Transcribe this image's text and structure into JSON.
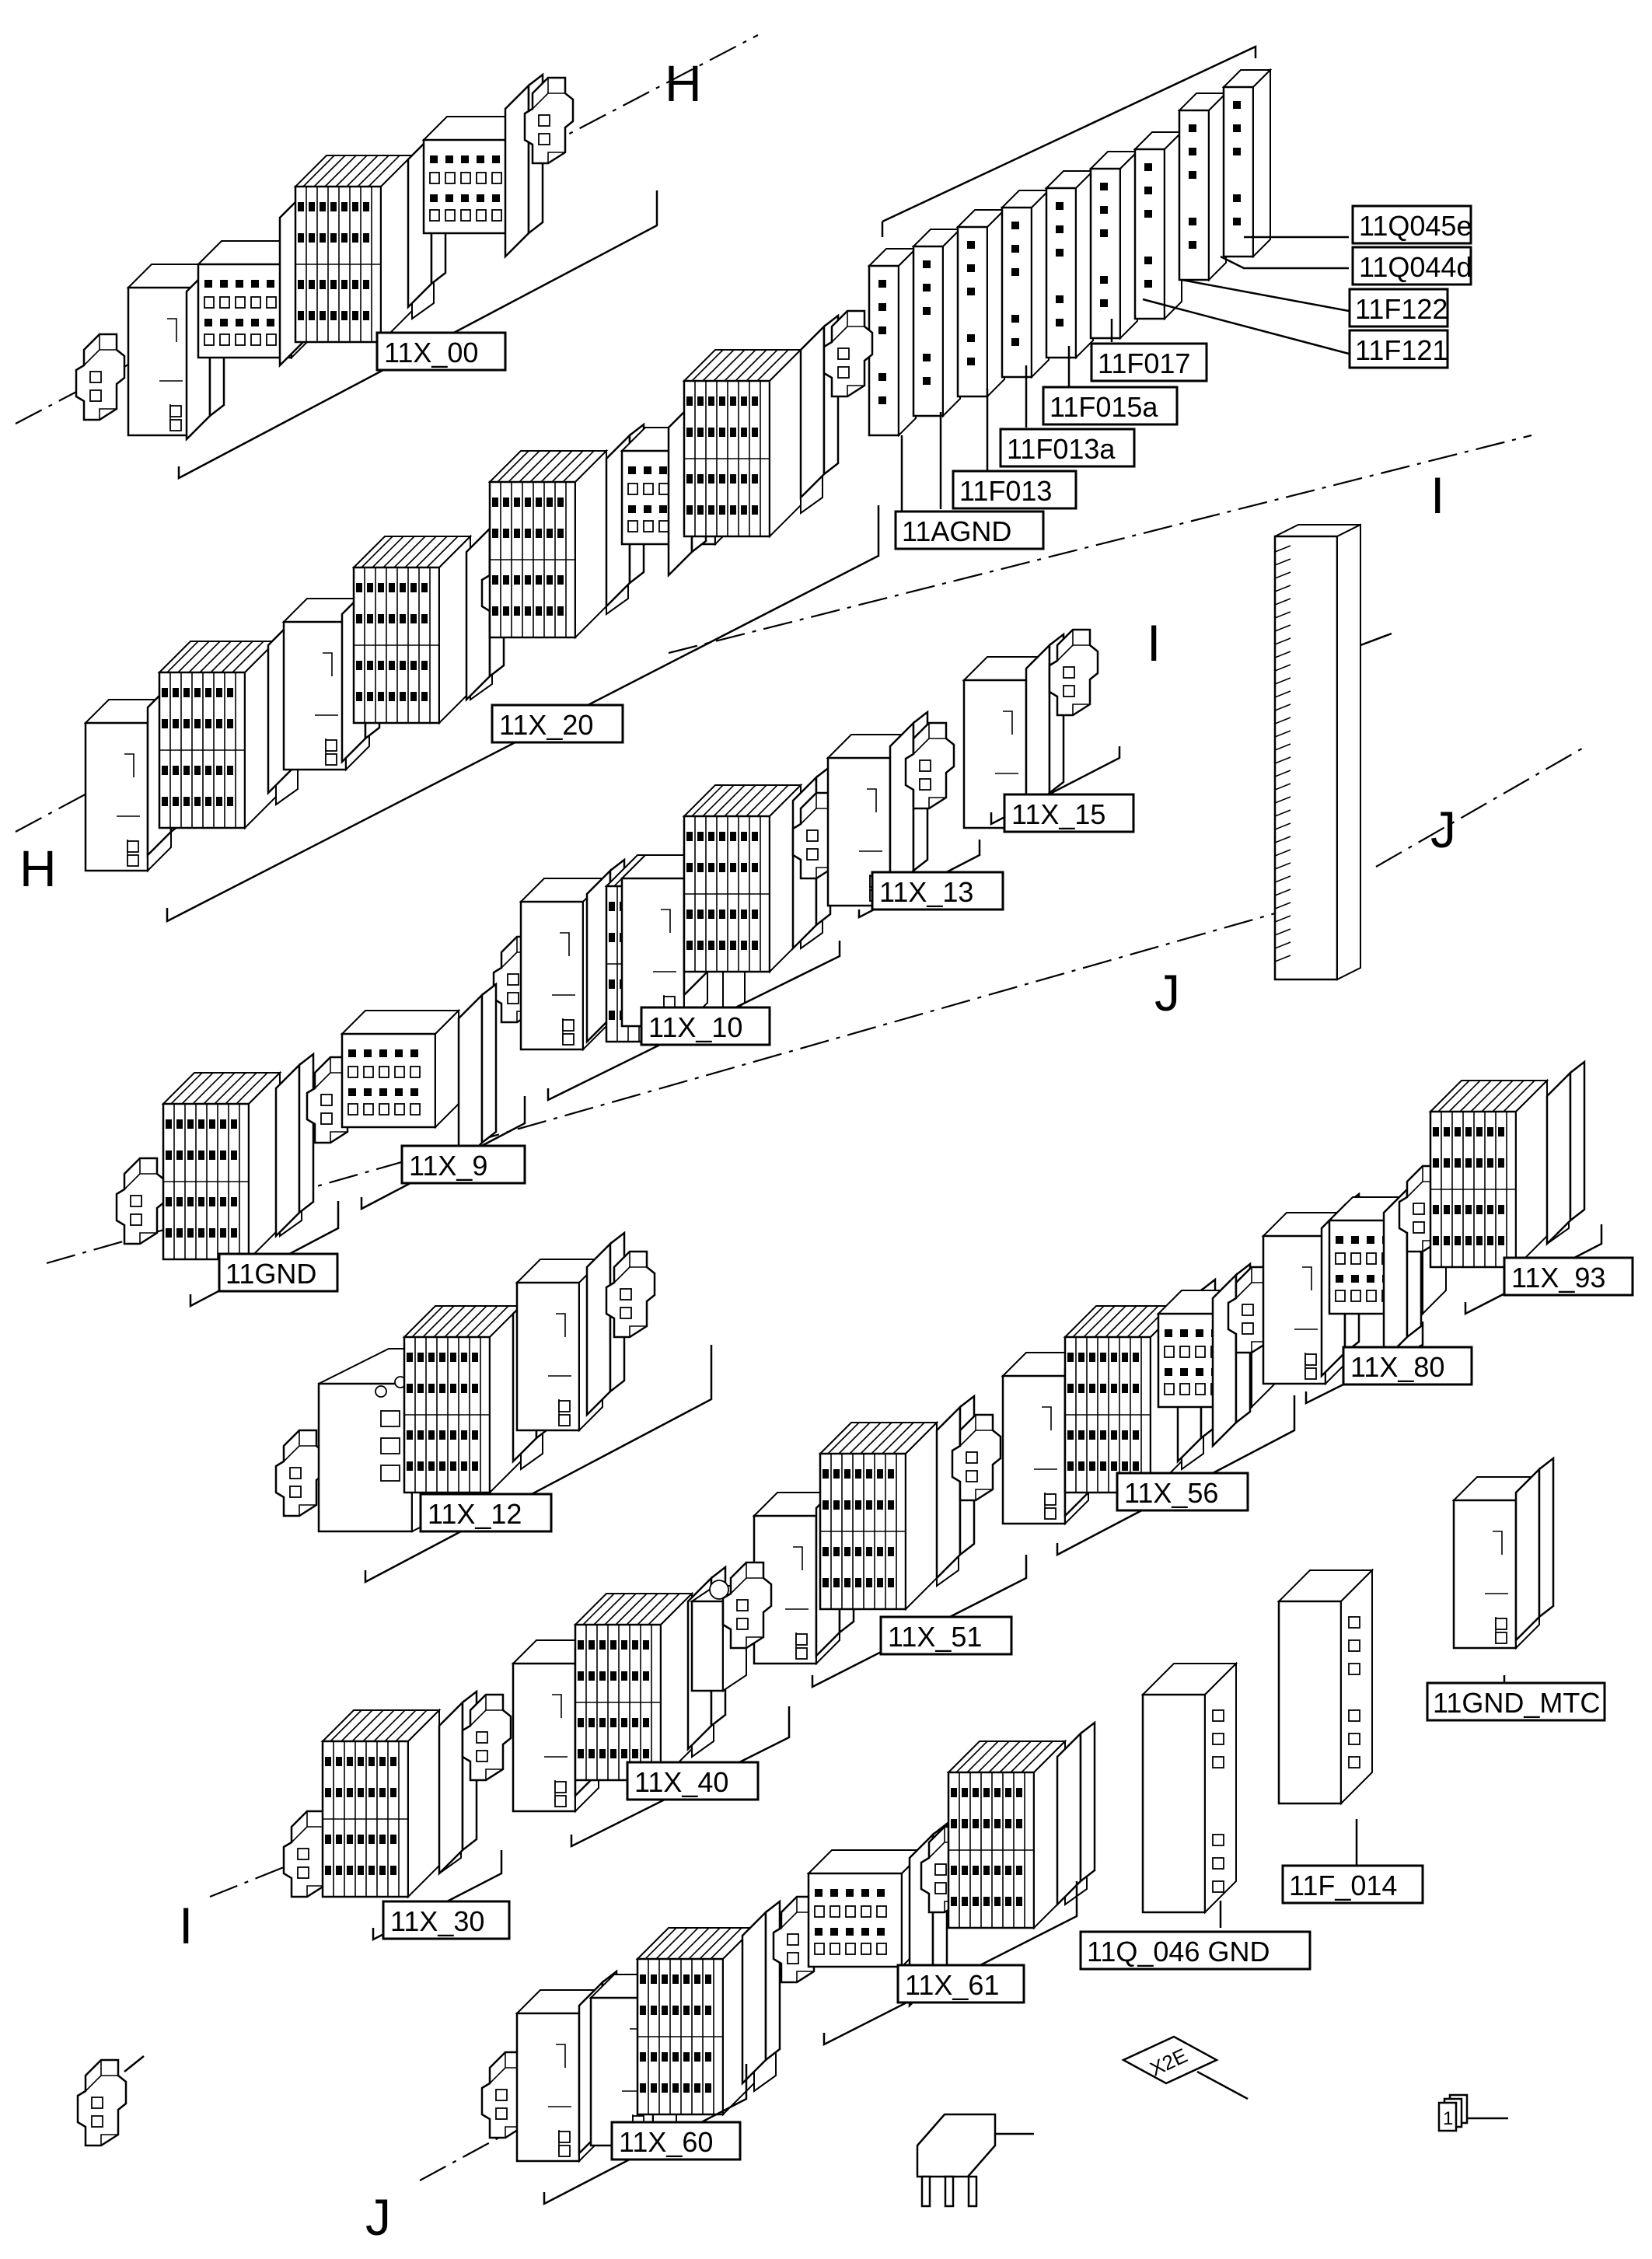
{
  "section_markers": {
    "h_top": "H",
    "h_left": "H",
    "i_right": "I",
    "i_mid": "I",
    "i_bottom": "I",
    "j_right": "J",
    "j_mid": "J",
    "j_bottom": "J"
  },
  "labels": {
    "x00": "11X_00",
    "x20": "11X_20",
    "q045e": "11Q045e",
    "q044d": "11Q044d",
    "f122": "11F122",
    "f121": "11F121",
    "f017": "11F017",
    "f015a": "11F015a",
    "f013a": "11F013a",
    "f013": "11F013",
    "agnd": "11AGND",
    "x15": "11X_15",
    "x13": "11X_13",
    "x10": "11X_10",
    "x9": "11X_9",
    "gnd": "11GND",
    "x93": "11X_93",
    "x80": "11X_80",
    "x56": "11X_56",
    "x12": "11X_12",
    "x51": "11X_51",
    "x40": "11X_40",
    "x30": "11X_30",
    "gnd_mtc": "11GND_MTC",
    "f014": "11F_014",
    "q046": "11Q_046 GND",
    "x61": "11X_61",
    "x60": "11X_60",
    "x2e": "X2E",
    "marker_tag": "1"
  }
}
